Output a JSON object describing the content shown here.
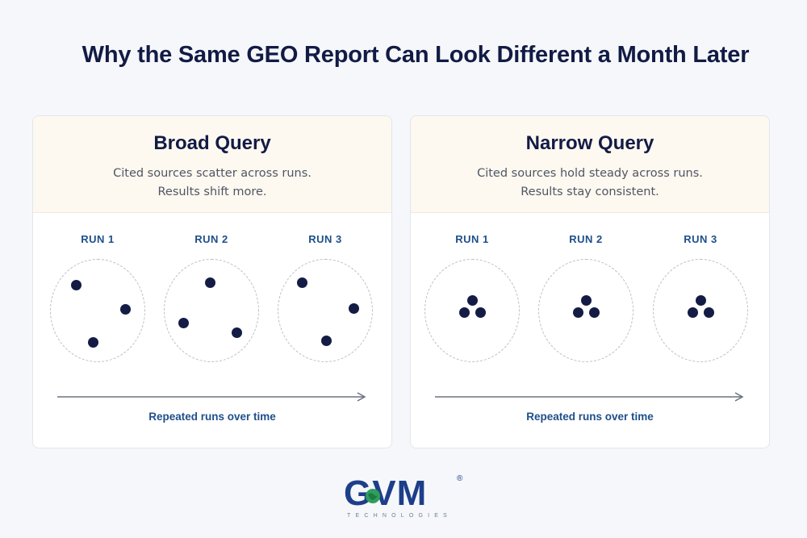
{
  "title": "Why the Same GEO Report Can Look Different a Month Later",
  "panels": [
    {
      "title": "Broad Query",
      "desc_line1": "Cited sources scatter across runs.",
      "desc_line2": "Results shift more.",
      "runs": [
        "RUN 1",
        "RUN 2",
        "RUN 3"
      ],
      "footer": "Repeated runs over time",
      "pattern": "scattered"
    },
    {
      "title": "Narrow Query",
      "desc_line1": "Cited sources hold steady across runs.",
      "desc_line2": "Results stay consistent.",
      "runs": [
        "RUN 1",
        "RUN 2",
        "RUN 3"
      ],
      "footer": "Repeated runs over time",
      "pattern": "clustered"
    }
  ],
  "logo": {
    "text": "GVM",
    "registered": "®",
    "subtitle": "TECHNOLOGIES"
  },
  "colors": {
    "dot": "#141c45",
    "accent": "#1e4f8a",
    "header_bg": "#fdf8f0"
  }
}
